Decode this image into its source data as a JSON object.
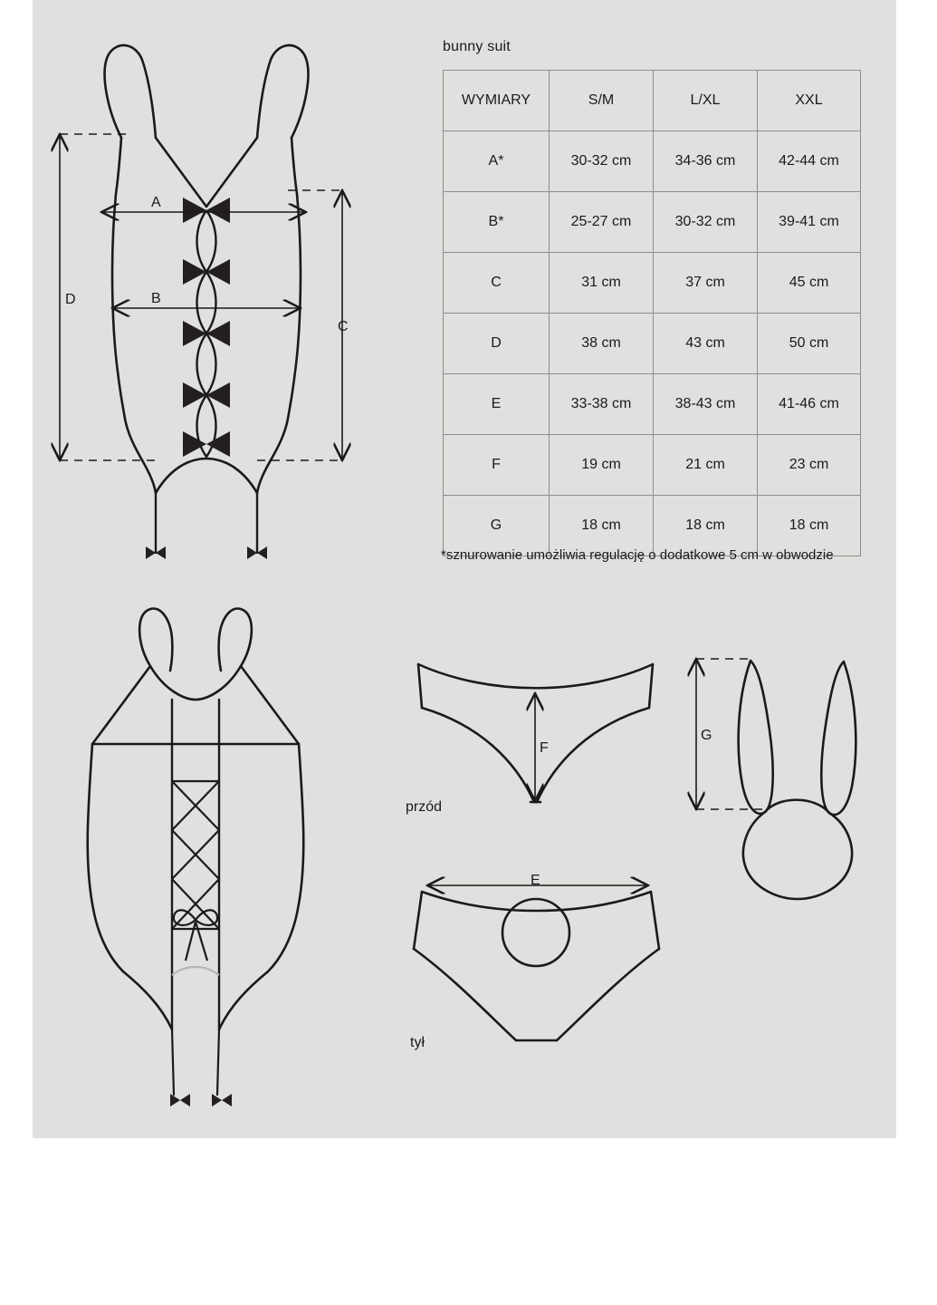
{
  "page": {
    "title": "bunny suit",
    "background_color": "#e0e0de",
    "line_color": "#1a1a1a"
  },
  "table": {
    "headers": [
      "WYMIARY",
      "S/M",
      "L/XL",
      "XXL"
    ],
    "rows": [
      {
        "label": "A*",
        "values": [
          "30-32 cm",
          "34-36 cm",
          "42-44 cm"
        ]
      },
      {
        "label": "B*",
        "values": [
          "25-27 cm",
          "30-32 cm",
          "39-41 cm"
        ]
      },
      {
        "label": "C",
        "values": [
          "31 cm",
          "37 cm",
          "45 cm"
        ]
      },
      {
        "label": "D",
        "values": [
          "38 cm",
          "43 cm",
          "50 cm"
        ]
      },
      {
        "label": "E",
        "values": [
          "33-38 cm",
          "38-43 cm",
          "41-46 cm"
        ]
      },
      {
        "label": "F",
        "values": [
          "19 cm",
          "21 cm",
          "23 cm"
        ]
      },
      {
        "label": "G",
        "values": [
          "18 cm",
          "18 cm",
          "18 cm"
        ]
      }
    ],
    "footnote": "*sznurowanie umożliwia regulację o dodatkowe 5 cm w obwodzie"
  },
  "diagrams": {
    "bodysuit_front": {
      "dimension_labels": {
        "a": "A",
        "b": "B",
        "c": "C",
        "d": "D"
      }
    },
    "panty_front": {
      "caption": "przód",
      "dimension_label": "F"
    },
    "panty_back": {
      "caption": "tył",
      "dimension_label": "E"
    },
    "bunny_ears": {
      "dimension_label": "G"
    }
  }
}
